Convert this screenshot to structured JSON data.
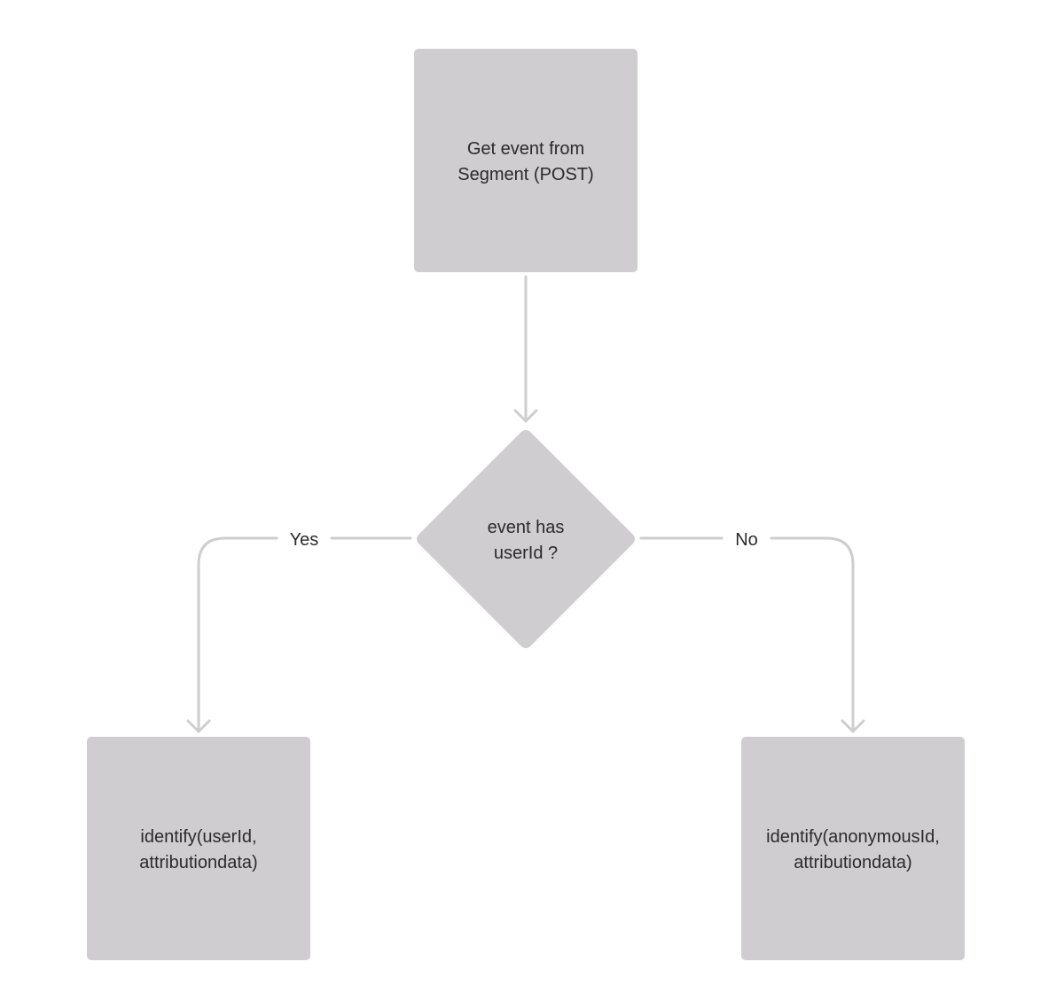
{
  "diagram": {
    "nodes": {
      "start": {
        "shape": "rectangle",
        "lines": [
          "Get event from",
          "Segment (POST)"
        ]
      },
      "decision": {
        "shape": "diamond",
        "lines": [
          "event has",
          "userId ?"
        ]
      },
      "yes_action": {
        "shape": "rectangle",
        "lines": [
          "identify(userId,",
          "attributiondata)"
        ]
      },
      "no_action": {
        "shape": "rectangle",
        "lines": [
          "identify(anonymousId,",
          "attributiondata)"
        ]
      }
    },
    "edges": {
      "start_to_decision": {
        "from": "start",
        "to": "decision",
        "label": ""
      },
      "yes": {
        "from": "decision",
        "to": "yes_action",
        "label": "Yes"
      },
      "no": {
        "from": "decision",
        "to": "no_action",
        "label": "No"
      }
    },
    "colors": {
      "node_fill": "#cfcdcf",
      "connector": "#cfcdcf",
      "text": "#2b2b2b",
      "background": "#ffffff"
    }
  }
}
